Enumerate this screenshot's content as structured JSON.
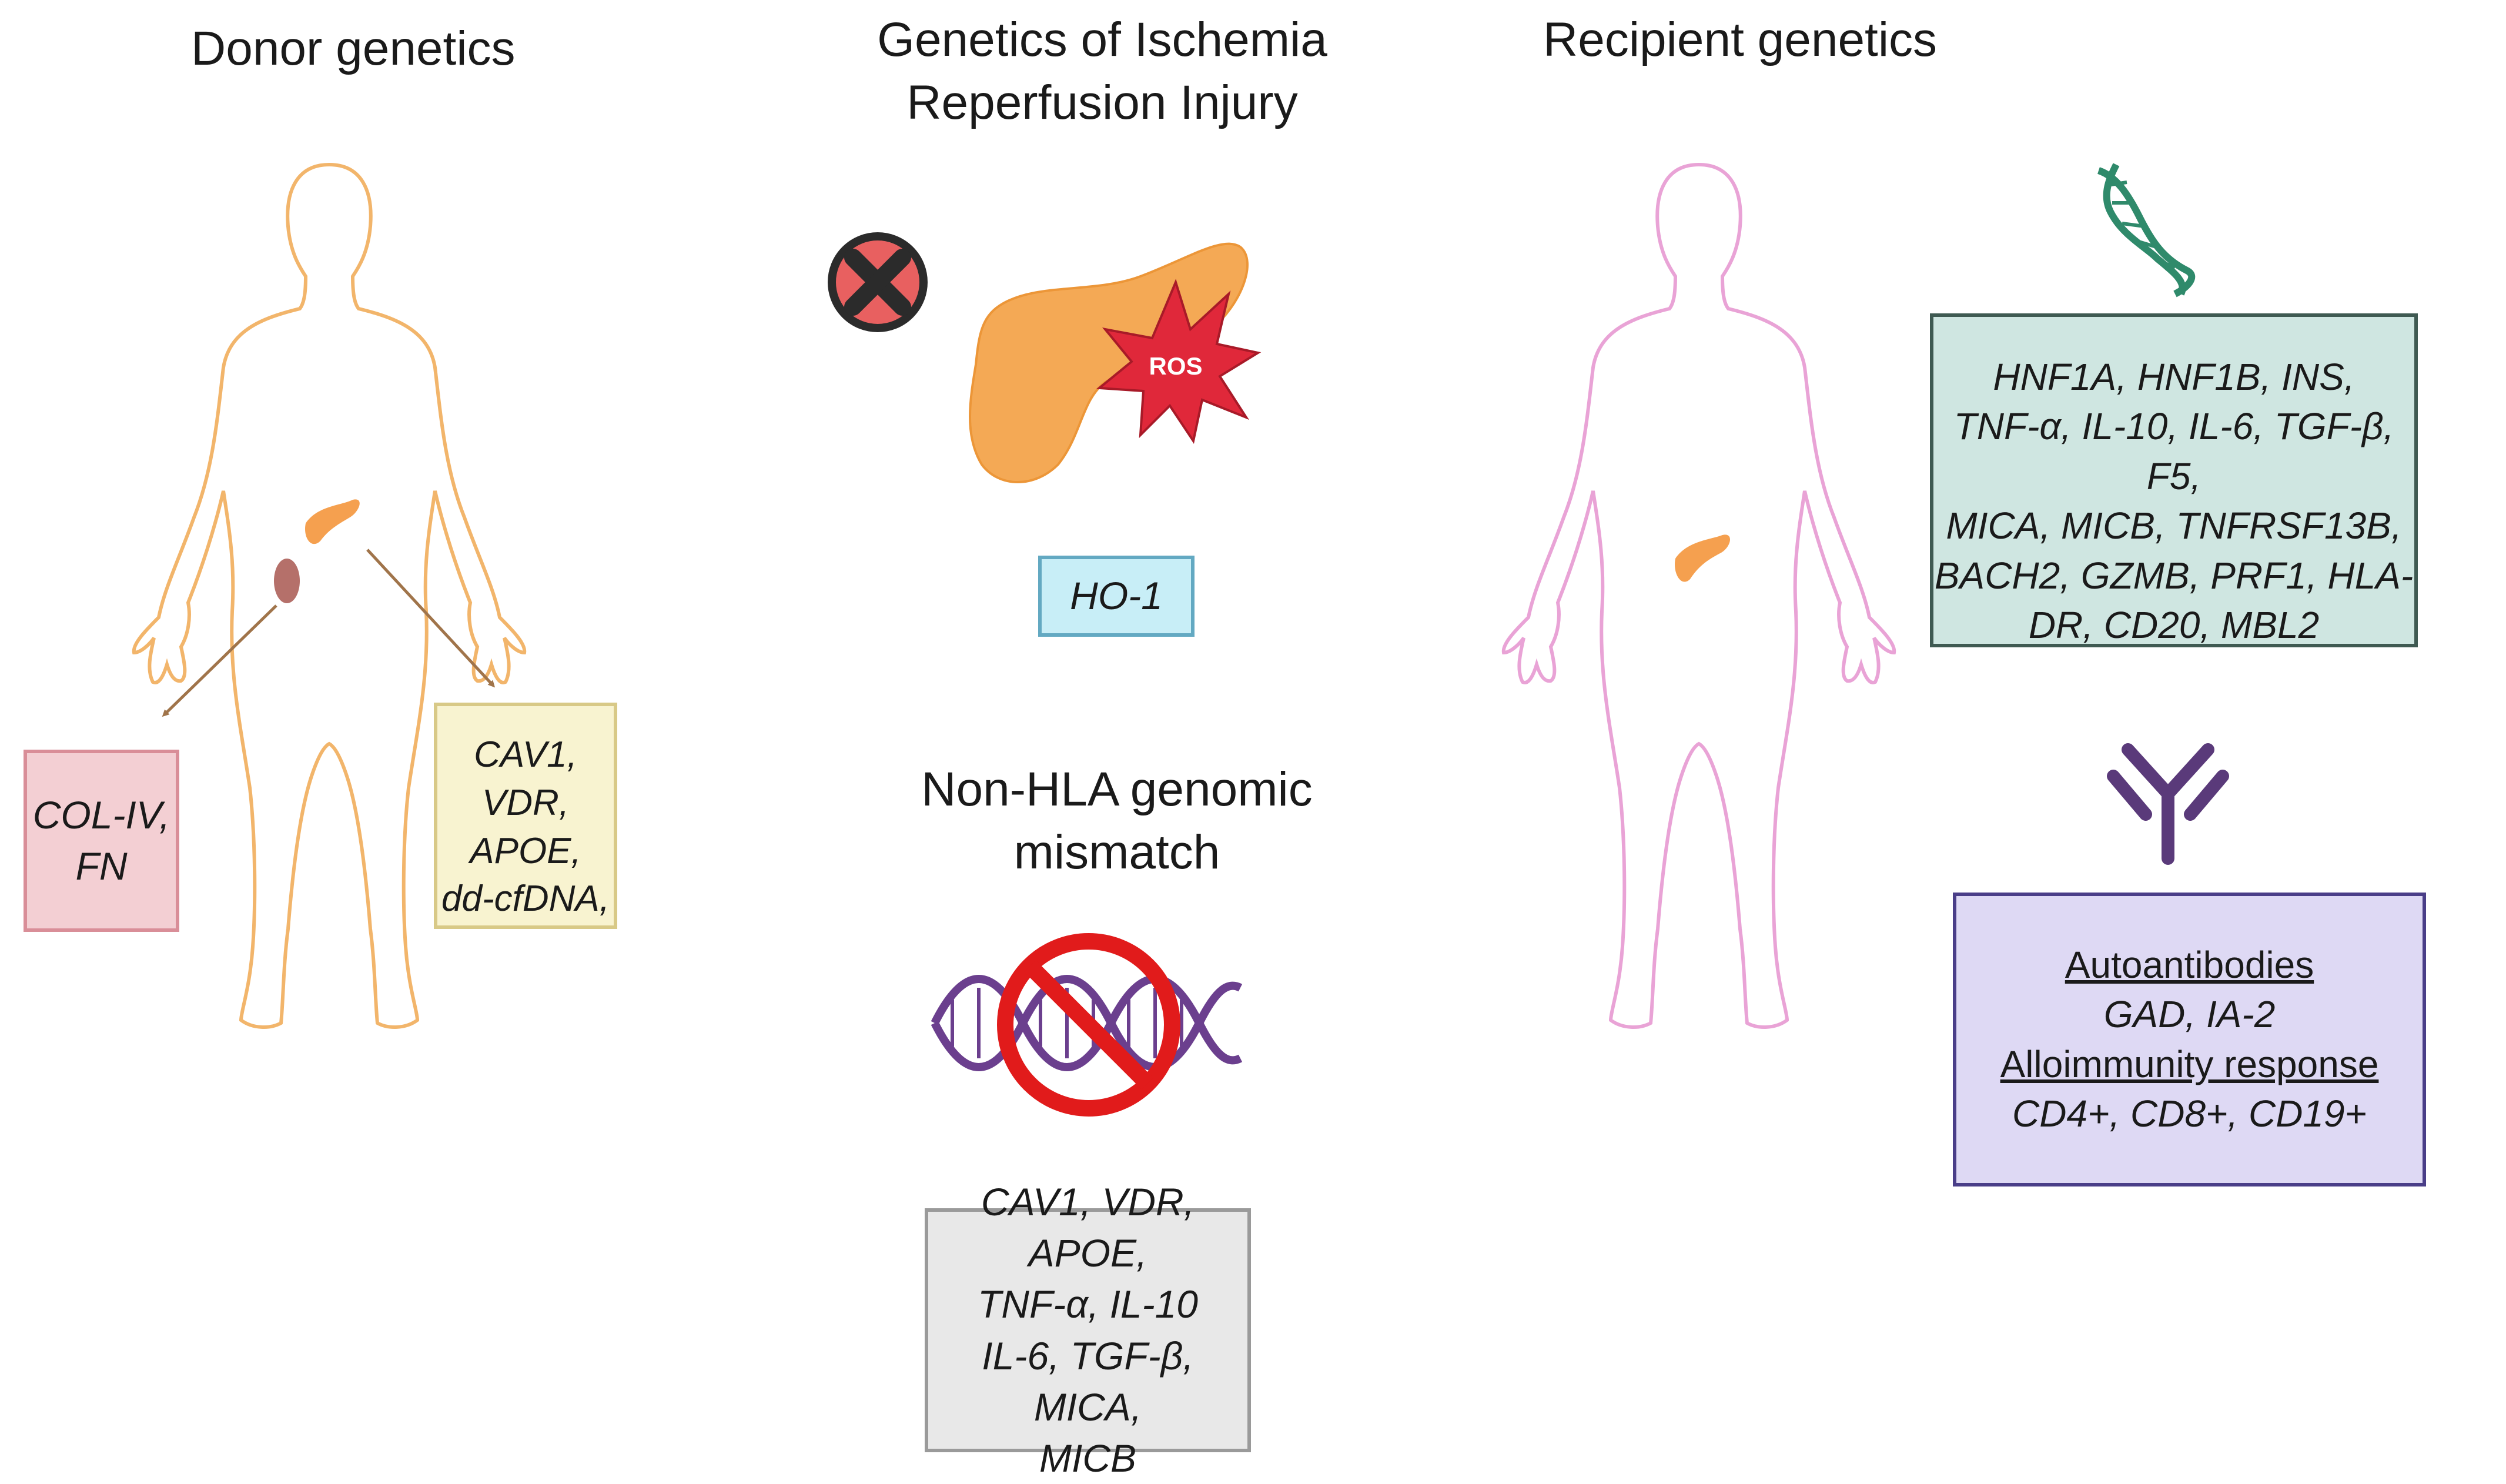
{
  "titles": {
    "donor": "Donor genetics",
    "ischemia_line1": "Genetics of Ischemia",
    "ischemia_line2": "Reperfusion Injury",
    "recipient": "Recipient genetics",
    "nonhla_line1": "Non-HLA genomic",
    "nonhla_line2": "mismatch"
  },
  "ros_label": "ROS",
  "boxes": {
    "col": [
      "COL-IV,",
      "FN"
    ],
    "cav_donor": [
      "CAV1, VDR,",
      "APOE,",
      "dd-cfDNA,"
    ],
    "ho1": [
      "HO-1"
    ],
    "nonhla": [
      "CAV1, VDR, APOE,",
      "TNF-α, IL-10",
      "IL-6, TGF-β, MICA,",
      "MICB"
    ],
    "recipient_genes": [
      "HNF1A, HNF1B, INS,",
      "TNF-α, IL-10, IL-6, TGF-β, F5,",
      "MICA, MICB, TNFRSF13B,",
      "BACH2, GZMB, PRF1, HLA-",
      "DR, CD20, MBL2"
    ],
    "immune": {
      "heading1": "Autoantibodies",
      "line1": "GAD, IA-2",
      "heading2": "Alloimmunity response",
      "line2": "CD4+, CD8+, CD19+"
    }
  },
  "colors": {
    "donor_outline": "#f2b56b",
    "recipient_outline": "#e9a3d6",
    "pancreas": "#f5a04f",
    "kidney": "#b5706a",
    "arrow": "#a0744a",
    "col_box_fill": "#f3cfd3",
    "col_box_border": "#d98e98",
    "cav_box_fill": "#f8f3d0",
    "cav_box_border": "#d8c987",
    "ho1_fill": "#c8eef7",
    "ho1_border": "#63a9c2",
    "nonhla_fill": "#e8e8e8",
    "nonhla_border": "#9a9a9a",
    "recip_fill": "#cfe6e1",
    "recip_border": "#3f5a52",
    "immune_fill": "#ded9f4",
    "immune_border": "#4a3e88",
    "dna_purple": "#6b3f8e",
    "dna_green": "#2f8a6b",
    "antibody": "#5a3a7a",
    "no_sign": "#e11b1b",
    "x_circle_fill": "#e86060",
    "ros_burst": "#e0283a"
  },
  "icons": [
    "human-body-icon",
    "pancreas-icon",
    "kidney-icon",
    "x-circle-icon",
    "ros-burst-icon",
    "dna-helix-icon",
    "no-sign-icon",
    "antibody-icon"
  ]
}
